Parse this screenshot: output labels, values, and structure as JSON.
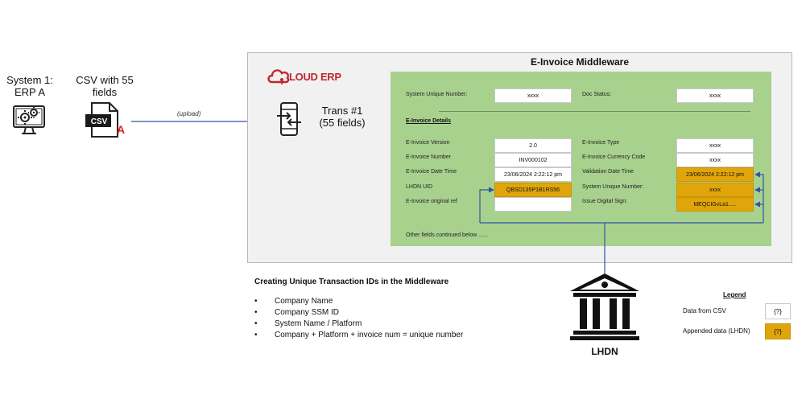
{
  "system1": {
    "line1": "System 1:",
    "line2": "ERP A"
  },
  "csv": {
    "line1": "CSV with 55",
    "line2": "fields",
    "badge": "CSV",
    "letter": "A"
  },
  "upload_label": "(upload)",
  "logo": {
    "brand": "LOUD ERP",
    "brand_color": "#c0272d"
  },
  "trans": {
    "line1": "Trans #1",
    "line2": "(55 fields)"
  },
  "panel_title": "E-Invoice Middleware",
  "header_fields": {
    "sun_label": "System Unique Number:",
    "sun_value": "xxxx",
    "doc_status_label": "Doc Status:",
    "doc_status_value": "xxxx"
  },
  "section_title": "E-Invoice Details",
  "left_fields": [
    {
      "label": "E-Invoice Version",
      "value": "2.0",
      "highlight": false
    },
    {
      "label": "E-Invoice Number",
      "value": "INV000102",
      "highlight": false
    },
    {
      "label": "E-Invoice Date Time",
      "value": "23/06/2024 2:22:12 pm",
      "highlight": false
    },
    {
      "label": "LHDN UID",
      "value": "QBSD135P1B1RS56",
      "highlight": true
    },
    {
      "label": "E-Invoice original ref",
      "value": "",
      "highlight": false
    }
  ],
  "right_fields": [
    {
      "label": "E-Invoice Type",
      "value": "xxxx",
      "highlight": false
    },
    {
      "label": "E-Invoice Currency Code",
      "value": "xxxx",
      "highlight": false
    },
    {
      "label": "Validation Date Time",
      "value": "23/06/2024 2:22:12 pm",
      "highlight": true
    },
    {
      "label": "System Unique Number:",
      "value": "xxxx",
      "highlight": true
    },
    {
      "label": "Issue Digital Sign:",
      "value": "MEQCIGvLa1.....",
      "highlight": true
    }
  ],
  "continued": "Other fields continued below ......",
  "ids_title": "Creating Unique Transaction IDs in the Middleware",
  "ids_bullets": [
    "Company Name",
    "Company SSM ID",
    "System Name / Platform",
    "Company + Platform + invoice num = unique number"
  ],
  "lhdn_label": "LHDN",
  "legend": {
    "title": "Legend",
    "csv_label": "Data from CSV",
    "csv_box": "{?}",
    "lhdn_label": "Appended data (LHDN)",
    "lhdn_box": "{?}"
  },
  "colors": {
    "green_panel": "#a9d18e",
    "gold": "#e0a50b",
    "arrow": "#2f55a4"
  }
}
